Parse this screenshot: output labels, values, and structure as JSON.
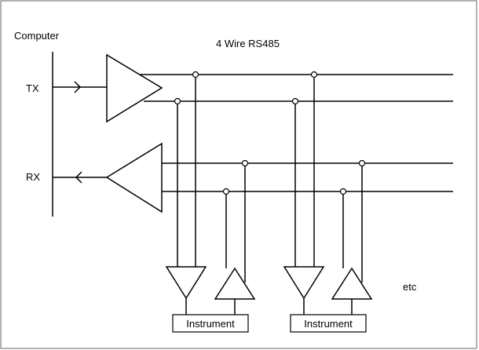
{
  "diagram": {
    "title": "4 Wire RS485",
    "computer_label": "Computer",
    "tx_label": "TX",
    "rx_label": "RX",
    "etc_label": "etc",
    "instruments": [
      {
        "label": "Instrument"
      },
      {
        "label": "Instrument"
      }
    ]
  }
}
